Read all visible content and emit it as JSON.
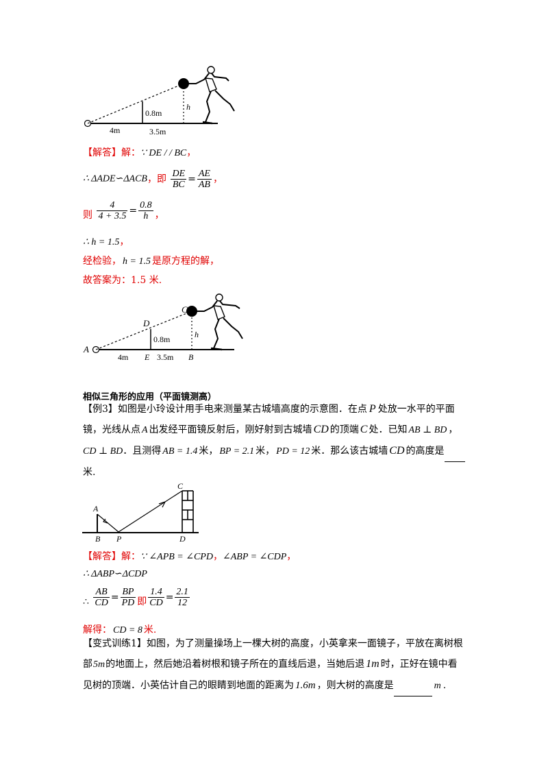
{
  "figure1": {
    "label_08": "0.8m",
    "label_h": "h",
    "label_4": "4m",
    "label_35": "3.5m"
  },
  "solution1": {
    "l1_tag": "【解答】",
    "l1_text": "解：",
    "l1_math": "∵ DE / / BC",
    "l1_end": "，",
    "l2_math": "∴ ΔADE∽ΔACB",
    "l2_sep": "，",
    "l2_ji": "即",
    "l2_f1_num": "DE",
    "l2_f1_den": "BC",
    "l2_eq": "=",
    "l2_f2_num": "AE",
    "l2_f2_den": "AB",
    "l2_end": "，",
    "l3_ze": "则",
    "l3_f1_num": "4",
    "l3_f1_den": "4 + 3.5",
    "l3_eq": "=",
    "l3_f2_num": "0.8",
    "l3_f2_den": "h",
    "l3_end": "，",
    "l4_math": "∴ h = 1.5",
    "l4_end": "，",
    "l5_pre": "经检验，",
    "l5_math": "h = 1.5",
    "l5_post": "是原方程的解，",
    "l6": "故答案为：1.5 米."
  },
  "figure2": {
    "A": "A",
    "D": "D",
    "C": "C",
    "E": "E",
    "B": "B",
    "label_08": "0.8m",
    "label_h": "h",
    "label_4": "4m",
    "label_35": "3.5m"
  },
  "section": {
    "heading": "相似三角形的应用（平面镜测高）"
  },
  "example3": {
    "tag": "【例3】",
    "l1_a": "如图是小玲设计用手电来测量某古城墙高度的示意图．在点",
    "l1_P": "P",
    "l1_b": "处放一水平的平面",
    "l2_a": "镜，光线从点",
    "l2_A": "A",
    "l2_b": "出发经平面镜反射后，刚好射到古城墙",
    "l2_CD": "CD",
    "l2_c": "的顶端",
    "l2_C": "C",
    "l2_d": "处．已知",
    "l2_m": "AB ⊥ BD",
    "l2_e": "，",
    "l3_m1": "CD ⊥ BD",
    "l3_a": "．且测得",
    "l3_m2": "AB = 1.4",
    "l3_b": "米，",
    "l3_m3": "BP = 2.1",
    "l3_c": "米，",
    "l3_m4": "PD = 12",
    "l3_d": "米．那么该古城墙",
    "l3_CD": "CD",
    "l3_e": "的高度是",
    "l4": "米."
  },
  "figure3": {
    "A": "A",
    "B": "B",
    "P": "P",
    "C": "C",
    "D": "D"
  },
  "solution3": {
    "l1_tag": "【解答】",
    "l1_text": "解：",
    "l1_m1": "∵ ∠APB = ∠CPD",
    "l1_sep": "，",
    "l1_m2": "∠ABP = ∠CDP",
    "l1_end": "，",
    "l2_math": "∴ ΔABP∽ΔCDP",
    "l3_th": "∴",
    "l3_f1_num": "AB",
    "l3_f1_den": "CD",
    "l3_eq1": "=",
    "l3_f2_num": "BP",
    "l3_f2_den": "PD",
    "l3_ji": "即",
    "l3_f3_num": "1.4",
    "l3_f3_den": "CD",
    "l3_eq2": "=",
    "l3_f4_num": "2.1",
    "l3_f4_den": "12",
    "l4_pre": "解得：",
    "l4_math": "CD = 8",
    "l4_post": "米."
  },
  "variant1": {
    "tag": "【变式训练1】",
    "l1": "如图，为了测量操场上一棵大树的高度，小英拿来一面镜子，平放在离树根",
    "l2_a": "部",
    "l2_m1": "5m",
    "l2_b": "的地面上，然后她沿着树根和镜子所在的直线后退，当她后退",
    "l2_m2": "1m",
    "l2_c": "时，正好在镜中看",
    "l3_a": "见树的顶端．小英估计自己的眼睛到地面的距离为",
    "l3_m": "1.6m",
    "l3_b": "，则大树的高度是",
    "l3_m2": "m",
    "l3_c": "."
  }
}
